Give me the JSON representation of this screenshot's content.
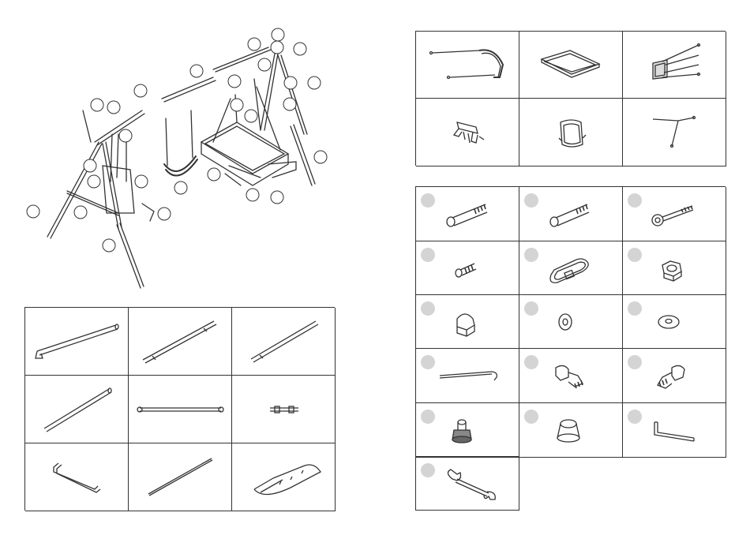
{
  "page": {
    "left_panel": {
      "assembly_diagram": {
        "callout_count": 28,
        "icon": "swing-set-exploded-view"
      },
      "parts_table": {
        "rows": 3,
        "cols": 3,
        "items": [
          {
            "icon": "curved-top-beam-with-bracket-icon"
          },
          {
            "icon": "long-tube-icon"
          },
          {
            "icon": "long-tube-icon"
          },
          {
            "icon": "leg-tube-icon"
          },
          {
            "icon": "connecting-bar-icon"
          },
          {
            "icon": "short-connector-icon"
          },
          {
            "icon": "u-bar-icon"
          },
          {
            "icon": "thin-rod-icon"
          },
          {
            "icon": "seat-trough-icon"
          }
        ]
      }
    },
    "right_panel": {
      "accessories_table": {
        "rows": 2,
        "cols": 3,
        "items": [
          {
            "icon": "belt-swing-seat-icon"
          },
          {
            "icon": "rectangular-frame-icon"
          },
          {
            "icon": "baby-seat-with-ropes-icon"
          },
          {
            "icon": "clamp-bracket-icon"
          },
          {
            "icon": "seat-pad-icon"
          },
          {
            "icon": "rope-hanger-icon"
          }
        ]
      },
      "hardware_table": {
        "cols": 3,
        "items": [
          {
            "icon": "long-bolt-icon"
          },
          {
            "icon": "medium-bolt-icon"
          },
          {
            "icon": "eye-bolt-icon"
          },
          {
            "icon": "short-screw-icon"
          },
          {
            "icon": "carabiner-icon"
          },
          {
            "icon": "hex-nut-icon"
          },
          {
            "icon": "cap-nut-icon"
          },
          {
            "icon": "flat-washer-icon"
          },
          {
            "icon": "curved-washer-icon"
          },
          {
            "icon": "hook-pin-icon"
          },
          {
            "icon": "pipe-clamp-icon"
          },
          {
            "icon": "pipe-clamp-small-icon"
          },
          {
            "icon": "end-cap-nut-icon"
          },
          {
            "icon": "plastic-cap-icon"
          },
          {
            "icon": "allen-key-icon"
          },
          {
            "icon": "wrench-icon"
          }
        ]
      }
    }
  }
}
